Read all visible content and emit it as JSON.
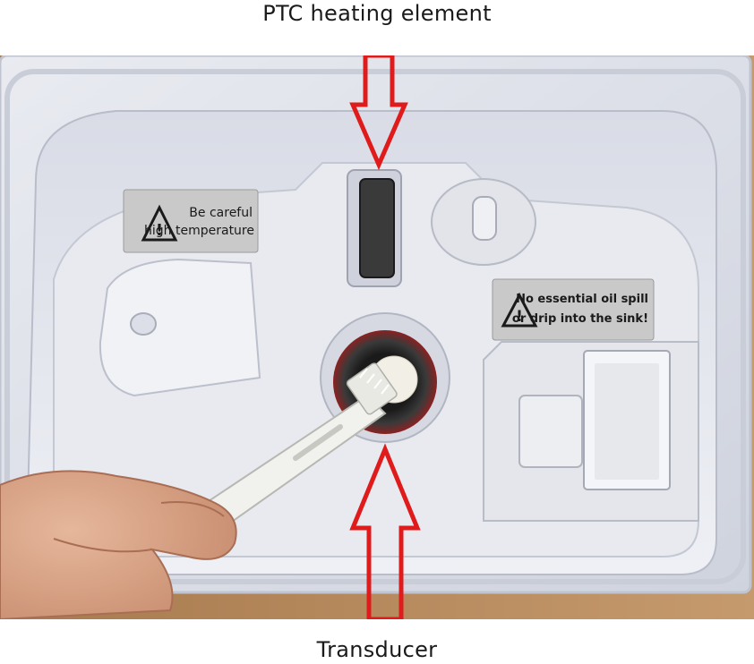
{
  "captions": {
    "top": "PTC heating element",
    "bottom": "Transducer"
  },
  "photo": {
    "warning_label_left": {
      "line1": "Be careful",
      "line2": "high temperature"
    },
    "warning_label_right": {
      "line1": "No essential oil spill",
      "line2": "or drip into the sink!"
    }
  },
  "colors": {
    "arrow": "#e01b1b",
    "tray": "#dfe2ea",
    "wood": "#b8885a",
    "skin": "#d9a98c"
  }
}
